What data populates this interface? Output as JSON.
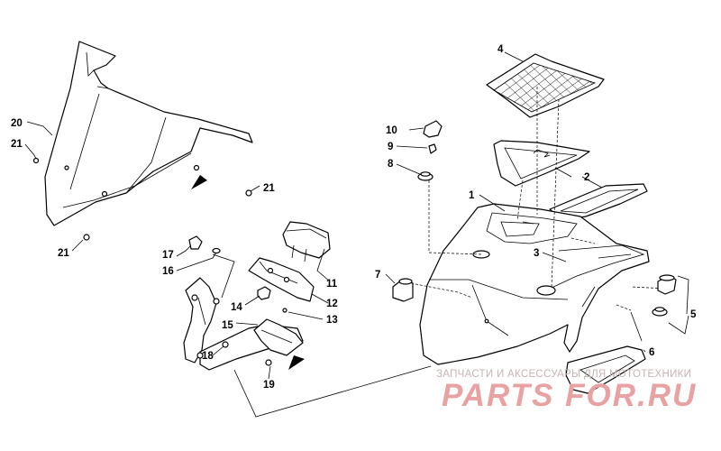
{
  "callouts": [
    {
      "id": "c1",
      "num": "1"
    },
    {
      "id": "c2",
      "num": "2"
    },
    {
      "id": "c3",
      "num": "3"
    },
    {
      "id": "c4",
      "num": "4"
    },
    {
      "id": "c5",
      "num": "5"
    },
    {
      "id": "c6",
      "num": "6"
    },
    {
      "id": "c7",
      "num": "7"
    },
    {
      "id": "c8",
      "num": "8"
    },
    {
      "id": "c9",
      "num": "9"
    },
    {
      "id": "c10",
      "num": "10"
    },
    {
      "id": "c11",
      "num": "11"
    },
    {
      "id": "c12",
      "num": "12"
    },
    {
      "id": "c13",
      "num": "13"
    },
    {
      "id": "c14",
      "num": "14"
    },
    {
      "id": "c15",
      "num": "15"
    },
    {
      "id": "c16",
      "num": "16"
    },
    {
      "id": "c17",
      "num": "17"
    },
    {
      "id": "c18",
      "num": "18"
    },
    {
      "id": "c19",
      "num": "19"
    },
    {
      "id": "c20",
      "num": "20"
    },
    {
      "id": "c21a",
      "num": "21"
    },
    {
      "id": "c21b",
      "num": "21"
    },
    {
      "id": "c21c",
      "num": "21"
    }
  ],
  "watermark": {
    "tagline": "ЗАПЧАСТИ И АКСЕССУАРЫ ДЛЯ МОТОТЕХНИКИ",
    "brand": "PARTS FOR.RU",
    "color": "#e07070"
  }
}
